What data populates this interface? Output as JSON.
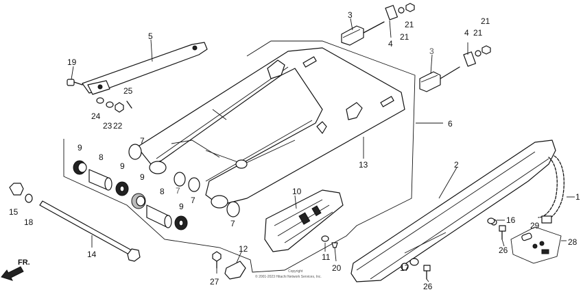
{
  "callouts": {
    "c1": "1",
    "c2": "2",
    "c3a": "3",
    "c3b": "3",
    "c4a": "4",
    "c4b": "4",
    "c5": "5",
    "c6": "6",
    "c7a": "7",
    "c7b": "7",
    "c7c": "7",
    "c7d": "7",
    "c8a": "8",
    "c8b": "8",
    "c9a": "9",
    "c9b": "9",
    "c9c": "9",
    "c9d": "9",
    "c10": "10",
    "c11": "11",
    "c12": "12",
    "c13": "13",
    "c14": "14",
    "c15": "15",
    "c16": "16",
    "c17": "17",
    "c18": "18",
    "c19": "19",
    "c20": "20",
    "c21a": "21",
    "c21b": "21",
    "c21c": "21",
    "c21d": "21",
    "c22": "22",
    "c23": "23",
    "c24": "24",
    "c25": "25",
    "c26a": "26",
    "c26b": "26",
    "c27": "27",
    "c28": "28",
    "c29": "29"
  },
  "direction_label": "FR.",
  "copyright_text": "Copyright",
  "copyright_line": "© 2001-2023 Hitachi Network Services, Inc."
}
